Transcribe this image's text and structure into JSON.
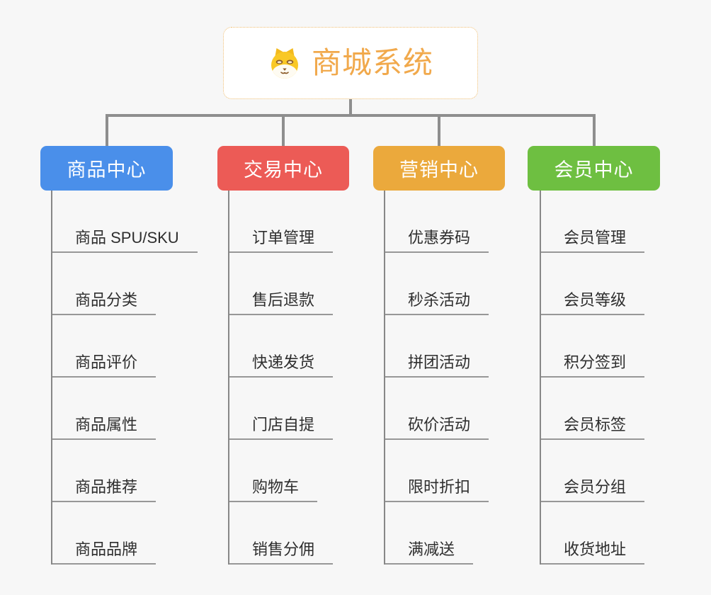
{
  "root": {
    "title": "商城系统",
    "icon": "shiba-dog-icon"
  },
  "branches": [
    {
      "label": "商品中心",
      "color": "#4A8FEA",
      "items": [
        "商品 SPU/SKU",
        "商品分类",
        "商品评价",
        "商品属性",
        "商品推荐",
        "商品品牌"
      ]
    },
    {
      "label": "交易中心",
      "color": "#EC5B56",
      "items": [
        "订单管理",
        "售后退款",
        "快递发货",
        "门店自提",
        "购物车",
        "销售分佣"
      ]
    },
    {
      "label": "营销中心",
      "color": "#EBA93C",
      "items": [
        "优惠券码",
        "秒杀活动",
        "拼团活动",
        "砍价活动",
        "限时折扣",
        "满减送"
      ]
    },
    {
      "label": "会员中心",
      "color": "#6EBF41",
      "items": [
        "会员管理",
        "会员等级",
        "积分签到",
        "会员标签",
        "会员分组",
        "收货地址"
      ]
    }
  ],
  "colors": {
    "background": "#F7F7F7",
    "connector": "#8E8E8E",
    "underline": "#979797",
    "root_text": "#F1A94C",
    "root_border": "#EFBD70"
  }
}
